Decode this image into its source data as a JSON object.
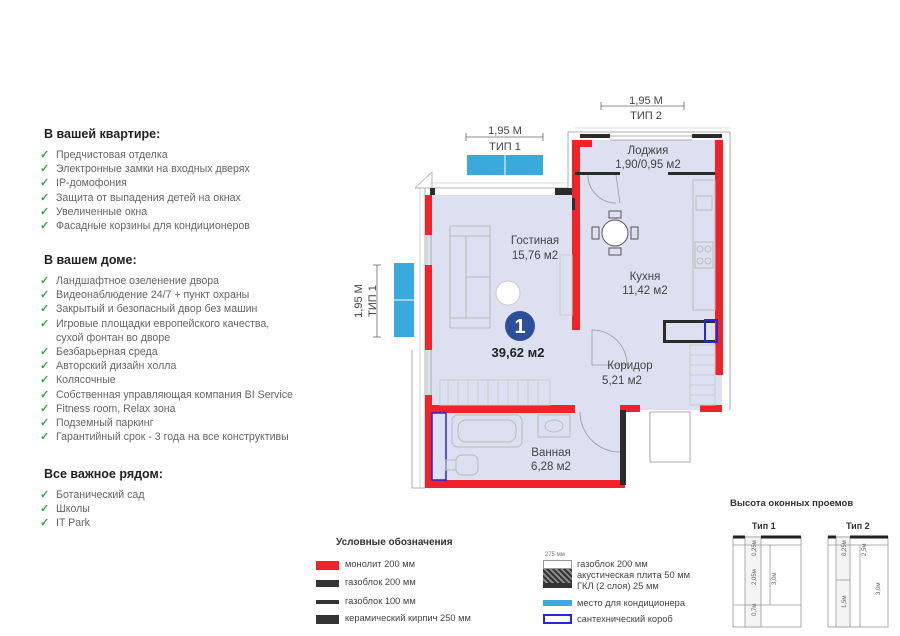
{
  "sections": {
    "apartment": {
      "title": "В вашей квартире:",
      "items": [
        "Предчистовая отделка",
        "Электронные замки на входных дверях",
        "IP-домофония",
        "Защита от выпадения детей на окнах",
        "Увеличенные окна",
        "Фасадные корзины для кондиционеров"
      ]
    },
    "house": {
      "title": "В вашем доме:",
      "items": [
        "Ландшафтное озеленение двора",
        "Видеонаблюдение 24/7 + пункт охраны",
        "Закрытый и безопасный двор без машин",
        "Игровые площадки европейского качества,",
        "сухой фонтан во дворе",
        "Безбарьерная среда",
        "Авторский дизайн холла",
        "Колясочные",
        "Собственная управляющая компания BI Service",
        "Fitness room, Relax зона",
        "Подземный паркинг",
        "Гарантийный срок - 3 года на все конструктивы"
      ]
    },
    "nearby": {
      "title": "Все важное рядом:",
      "items": [
        "Ботанический сад",
        "Школы",
        "IT Park"
      ]
    }
  },
  "plan": {
    "unit_number": "1",
    "total_area": "39,62 м2",
    "rooms": {
      "living_name": "Гостиная",
      "living_area": "15,76 м2",
      "kitchen_name": "Кухня",
      "kitchen_area": "11,42 м2",
      "loggia_name": "Лоджия",
      "loggia_area": "1,90/0,95 м2",
      "corridor_name": "Коридор",
      "corridor_area": "5,21 м2",
      "bath_name": "Ванная",
      "bath_area": "6,28 м2"
    },
    "window_labels": {
      "top_left_size": "1,95 М",
      "top_left_type": "ТИП 1",
      "top_right_size": "1,95 М",
      "top_right_type": "ТИП 2",
      "left_size": "1,95 М",
      "left_type": "ТИП 1"
    }
  },
  "legend": {
    "title": "Условные обозначения",
    "items": [
      {
        "label": "монолит 200 мм",
        "color": "#f2222a"
      },
      {
        "label": "газоблок 200 мм",
        "color": "#333333"
      },
      {
        "label": "газоблок 100 мм",
        "color": "#333333"
      },
      {
        "label": "керамический кирпич 250 мм",
        "color": "#333333"
      }
    ],
    "acoustic_dim": "275 мм",
    "acoustic_lines": [
      "газоблок 200 мм",
      "акустическая плита 50 мм",
      "ГКЛ (2 слоя) 25 мм"
    ],
    "ac_label": "место для кондиционера",
    "ac_color": "#3aa9dc",
    "duct_label": "сантехнический короб",
    "duct_color": "#1f2bd6"
  },
  "window_heights": {
    "title": "Высота оконных проемов",
    "type1": {
      "label": "Тип 1",
      "top": "0,25м",
      "mid": "2,05м",
      "bottom": "0,7м",
      "total": "3,0м"
    },
    "type2": {
      "label": "Тип 2",
      "top": "0,25м",
      "mid": "2,5м",
      "total2": "1,5м",
      "right": "3,0м"
    }
  },
  "colors": {
    "monolith": "#f2222a",
    "block": "#2b2b2b",
    "floor": "#dde0f1",
    "badge": "#2d4f9b",
    "ac": "#3aa9dc",
    "check": "#2eaa4a"
  }
}
